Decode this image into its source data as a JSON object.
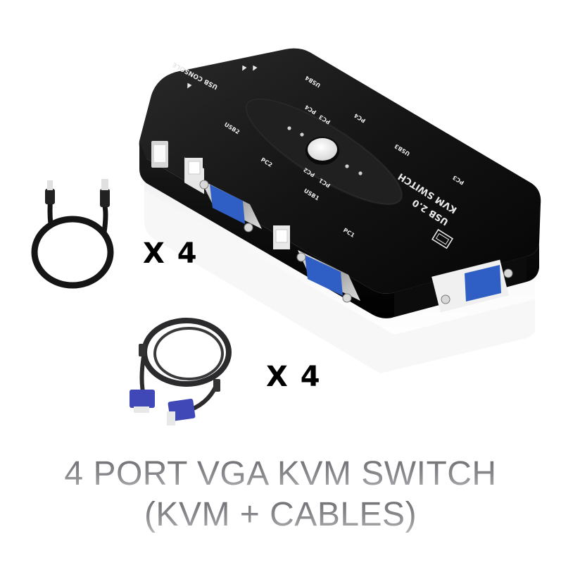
{
  "product": {
    "device": "KVM switch",
    "front_labels": {
      "brand_line_1": "USB 2.0",
      "brand_line_2": "KVM SWITCH",
      "console": "USB CONSOLE",
      "leds": [
        "PC1",
        "PC2",
        "PC3",
        "PC4"
      ],
      "ports": [
        "USB1",
        "USB2",
        "USB3",
        "USB4",
        "PC1",
        "PC2",
        "PC3",
        "PC4"
      ]
    },
    "colors": {
      "body": "#111111",
      "vga_connector": "#2f5fc4",
      "button": "#f2f2f2",
      "caption_text": "#8a8a8c"
    }
  },
  "accessories": [
    {
      "name": "USB cable",
      "quantity_label": "X 4"
    },
    {
      "name": "VGA cable",
      "quantity_label": "X 4"
    }
  ],
  "caption": {
    "line_1": "4 PORT VGA KVM SWITCH",
    "line_2": "(KVM + CABLES)"
  }
}
